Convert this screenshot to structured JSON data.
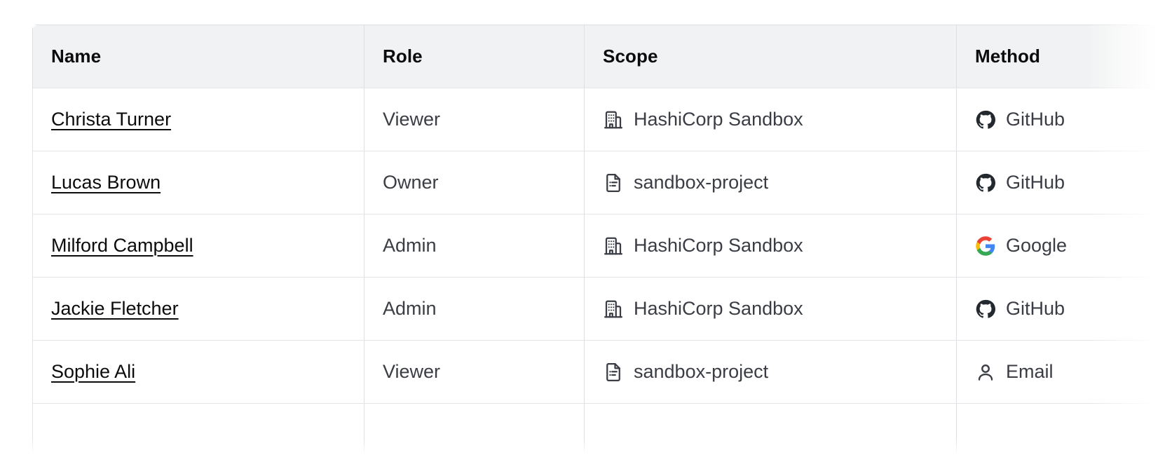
{
  "table": {
    "columns": [
      {
        "key": "name",
        "label": "Name"
      },
      {
        "key": "role",
        "label": "Role"
      },
      {
        "key": "scope",
        "label": "Scope"
      },
      {
        "key": "method",
        "label": "Method"
      }
    ],
    "rows": [
      {
        "name": "Christa Turner",
        "role": "Viewer",
        "scope": "HashiCorp Sandbox",
        "scope_icon": "organization-icon",
        "method": "GitHub",
        "method_icon": "github-icon"
      },
      {
        "name": "Lucas Brown",
        "role": "Owner",
        "scope": "sandbox-project",
        "scope_icon": "project-icon",
        "method": "GitHub",
        "method_icon": "github-icon"
      },
      {
        "name": "Milford Campbell",
        "role": "Admin",
        "scope": "HashiCorp Sandbox",
        "scope_icon": "organization-icon",
        "method": "Google",
        "method_icon": "google-icon"
      },
      {
        "name": "Jackie Fletcher",
        "role": "Admin",
        "scope": "HashiCorp Sandbox",
        "scope_icon": "organization-icon",
        "method": "GitHub",
        "method_icon": "github-icon"
      },
      {
        "name": "Sophie Ali",
        "role": "Viewer",
        "scope": "sandbox-project",
        "scope_icon": "project-icon",
        "method": "Email",
        "method_icon": "user-icon"
      }
    ]
  },
  "selection": {
    "target_column": "Scope",
    "border_color": "#1c49c2",
    "style": "dashed"
  },
  "colors": {
    "header_background": "#f1f2f3",
    "row_background": "#ffffff",
    "border": "#e3e4e8",
    "text_primary": "#0c0c0e",
    "text_secondary": "#3b3d45",
    "github": "#24292f",
    "google_red": "#ea4335",
    "google_blue": "#4285f4",
    "google_green": "#34a853",
    "google_yellow": "#fbbc05"
  }
}
